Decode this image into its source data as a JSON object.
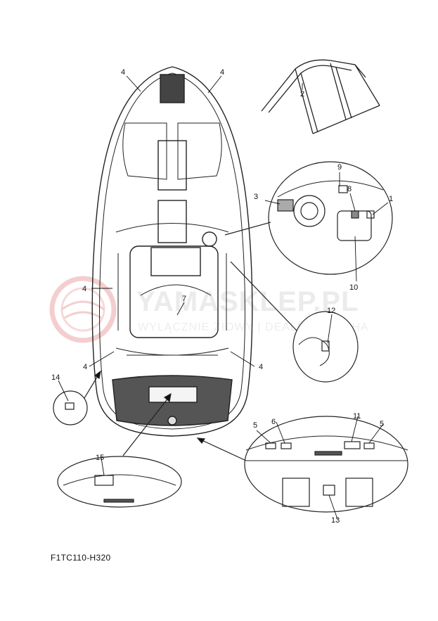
{
  "diagram": {
    "callouts": [
      {
        "id": "c4a",
        "label": "4"
      },
      {
        "id": "c4b",
        "label": "4"
      },
      {
        "id": "c2",
        "label": "2"
      },
      {
        "id": "c9",
        "label": "9"
      },
      {
        "id": "c3",
        "label": "3"
      },
      {
        "id": "c8",
        "label": "8"
      },
      {
        "id": "c1",
        "label": "1"
      },
      {
        "id": "c10",
        "label": "10"
      },
      {
        "id": "c4c",
        "label": "4"
      },
      {
        "id": "c7",
        "label": "7"
      },
      {
        "id": "c12",
        "label": "12"
      },
      {
        "id": "c4d",
        "label": "4"
      },
      {
        "id": "c4e",
        "label": "4"
      },
      {
        "id": "c14",
        "label": "14"
      },
      {
        "id": "c5a",
        "label": "5"
      },
      {
        "id": "c6",
        "label": "6"
      },
      {
        "id": "c11",
        "label": "11"
      },
      {
        "id": "c5b",
        "label": "5"
      },
      {
        "id": "c15",
        "label": "15"
      },
      {
        "id": "c13",
        "label": "13"
      }
    ],
    "figure_code": "F1TC110-H320"
  },
  "watermark": {
    "text": "YAMASKLEP.PL",
    "subtext": "WYLĄCZNIE ZIOWY | DEALER YAMAHA"
  }
}
